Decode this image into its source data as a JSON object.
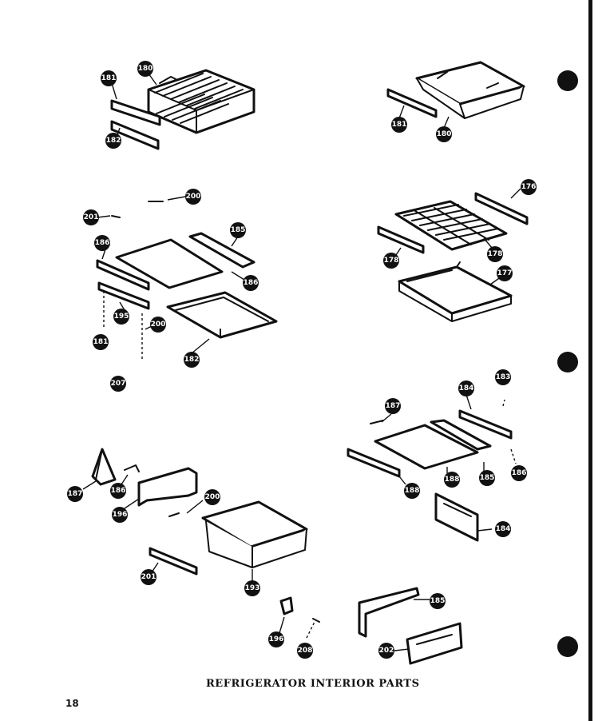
{
  "title": "REFRIGERATOR INTERIOR PARTS",
  "page_number": "18",
  "colors": {
    "ink": "#111111",
    "paper": "#ffffff"
  },
  "callouts": {
    "c01": "181",
    "c02": "180",
    "c03": "182",
    "c04": "181",
    "c05": "180",
    "c06": "200",
    "c07": "201",
    "c08": "185",
    "c09": "186",
    "c10": "186",
    "c11": "195",
    "c12": "200",
    "c13": "181",
    "c14": "182",
    "c15": "207",
    "c16": "176",
    "c17": "178",
    "c18": "178",
    "c19": "177",
    "c20": "187",
    "c21": "184",
    "c22": "183",
    "c23": "188",
    "c24": "188",
    "c25": "185",
    "c26": "186",
    "c27": "184",
    "c28": "187",
    "c29": "186",
    "c30": "196",
    "c31": "200",
    "c32": "201",
    "c33": "193",
    "c34": "196",
    "c35": "208",
    "c36": "185",
    "c37": "202"
  }
}
